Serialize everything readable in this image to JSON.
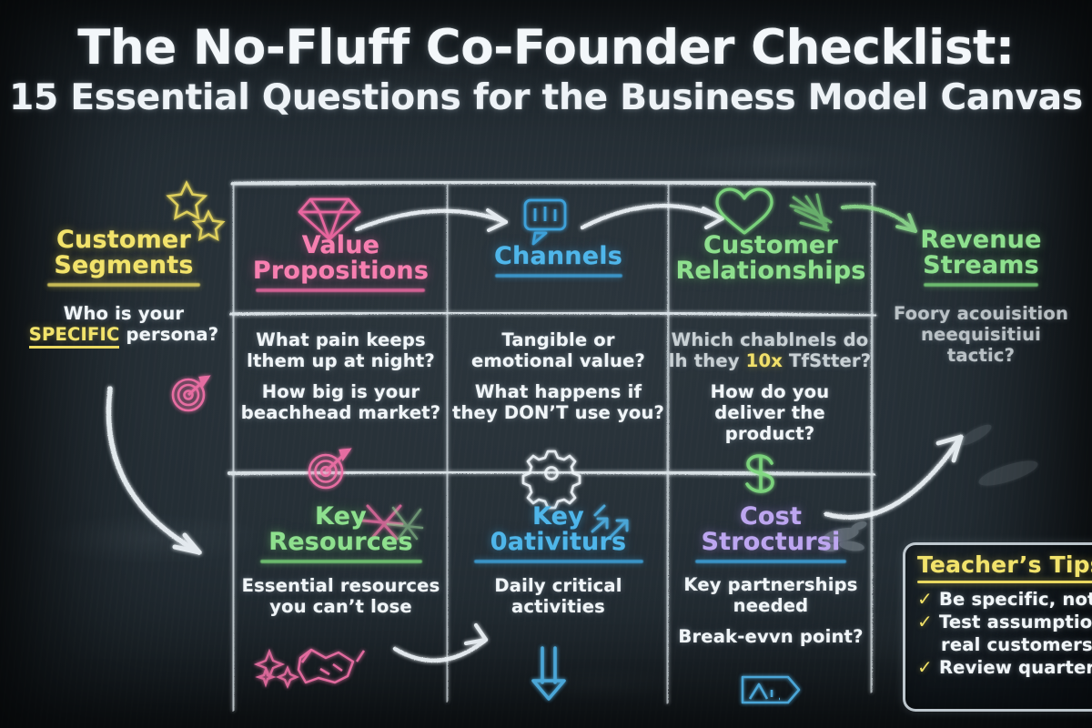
{
  "title": {
    "main": "The No-Fluff Co-Founder Checklist:",
    "sub": "15 Essential Questions for the Business Model Canvas"
  },
  "colors": {
    "board": "#1b232a",
    "chalk_white": "#f1f6f9",
    "yellow": "#f2e36b",
    "pink": "#f77fb0",
    "blue": "#4fb6ea",
    "green": "#8ee08e",
    "purple": "#bda6f0"
  },
  "blocks": {
    "customer_segments": {
      "heading_line1": "Customer",
      "heading_line2": "Segments",
      "color": "yellow",
      "body_line1_pre": "Who is your",
      "body_line2_highlight": "SPECIFIC",
      "body_line2_post": " persona?"
    },
    "value_propositions": {
      "heading_line1": "Value",
      "heading_line2": "Propositions",
      "color": "pink",
      "questions": [
        "What pain keeps\nlthem up at night?",
        "How big is your\nbeachhead market?"
      ]
    },
    "channels": {
      "heading_line1": "Channels",
      "heading_line2": "",
      "color": "blue",
      "questions": [
        "Tangible or\nemotional value?",
        "What happens if\nthey DON’T use you?"
      ]
    },
    "customer_relationships": {
      "heading_line1": "Customer",
      "heading_line2": "Relationships",
      "color": "green",
      "q1_a": "Which chablnels do",
      "q1_b": "lh they ",
      "q1_em": "10x",
      "q1_c": " TfStter?",
      "q2": "How do you\ndeliver the product?"
    },
    "revenue_streams": {
      "heading_line1": "Revenue",
      "heading_line2": "Streams",
      "color": "green",
      "body": "Foory acouisition\nneequisitiui\ntactic?"
    },
    "key_resources": {
      "heading_line1": "Key",
      "heading_line2": "Resources",
      "color": "green",
      "body": "Essential resources\nyou can’t lose"
    },
    "key_activities": {
      "heading_line1": "Key",
      "heading_line2": "0ativiturs",
      "color": "blue",
      "body": "Daily critical\nactivities"
    },
    "cost_structure": {
      "heading_line1": "Cost",
      "heading_line2": "Stroctursi",
      "color": "purple",
      "questions": [
        "Key partnerships\nneeded",
        "Break-evvn point?"
      ]
    }
  },
  "teachers_tips": {
    "title": "Teacher’s Tips",
    "tick": "✓",
    "items": [
      {
        "line1": "Be specific, not vague",
        "line2": ""
      },
      {
        "line1": "Test assumptions with",
        "line2": "real customers"
      },
      {
        "line1": "Review quarterly",
        "line2": ""
      }
    ]
  },
  "icons": {
    "stars": "stars-icon",
    "gem": "gem-icon",
    "chat": "chat-bubble-icon",
    "heart": "heart-icon",
    "scribble": "green-scribble-icon",
    "target_top": "target-icon",
    "target_mid": "target-arrow-icon",
    "gear": "gear-icon",
    "dollar": "dollar-sign-icon",
    "handshake": "handshake-icon",
    "sparkle_pink": "pink-sparkle-icon",
    "scribble_pink": "pink-scribble-icon",
    "arrows_blue": "blue-arrows-icon",
    "down_arrow": "down-arrow-icon",
    "chart_tag": "chart-tag-icon",
    "smudge": "chalk-smudge"
  }
}
